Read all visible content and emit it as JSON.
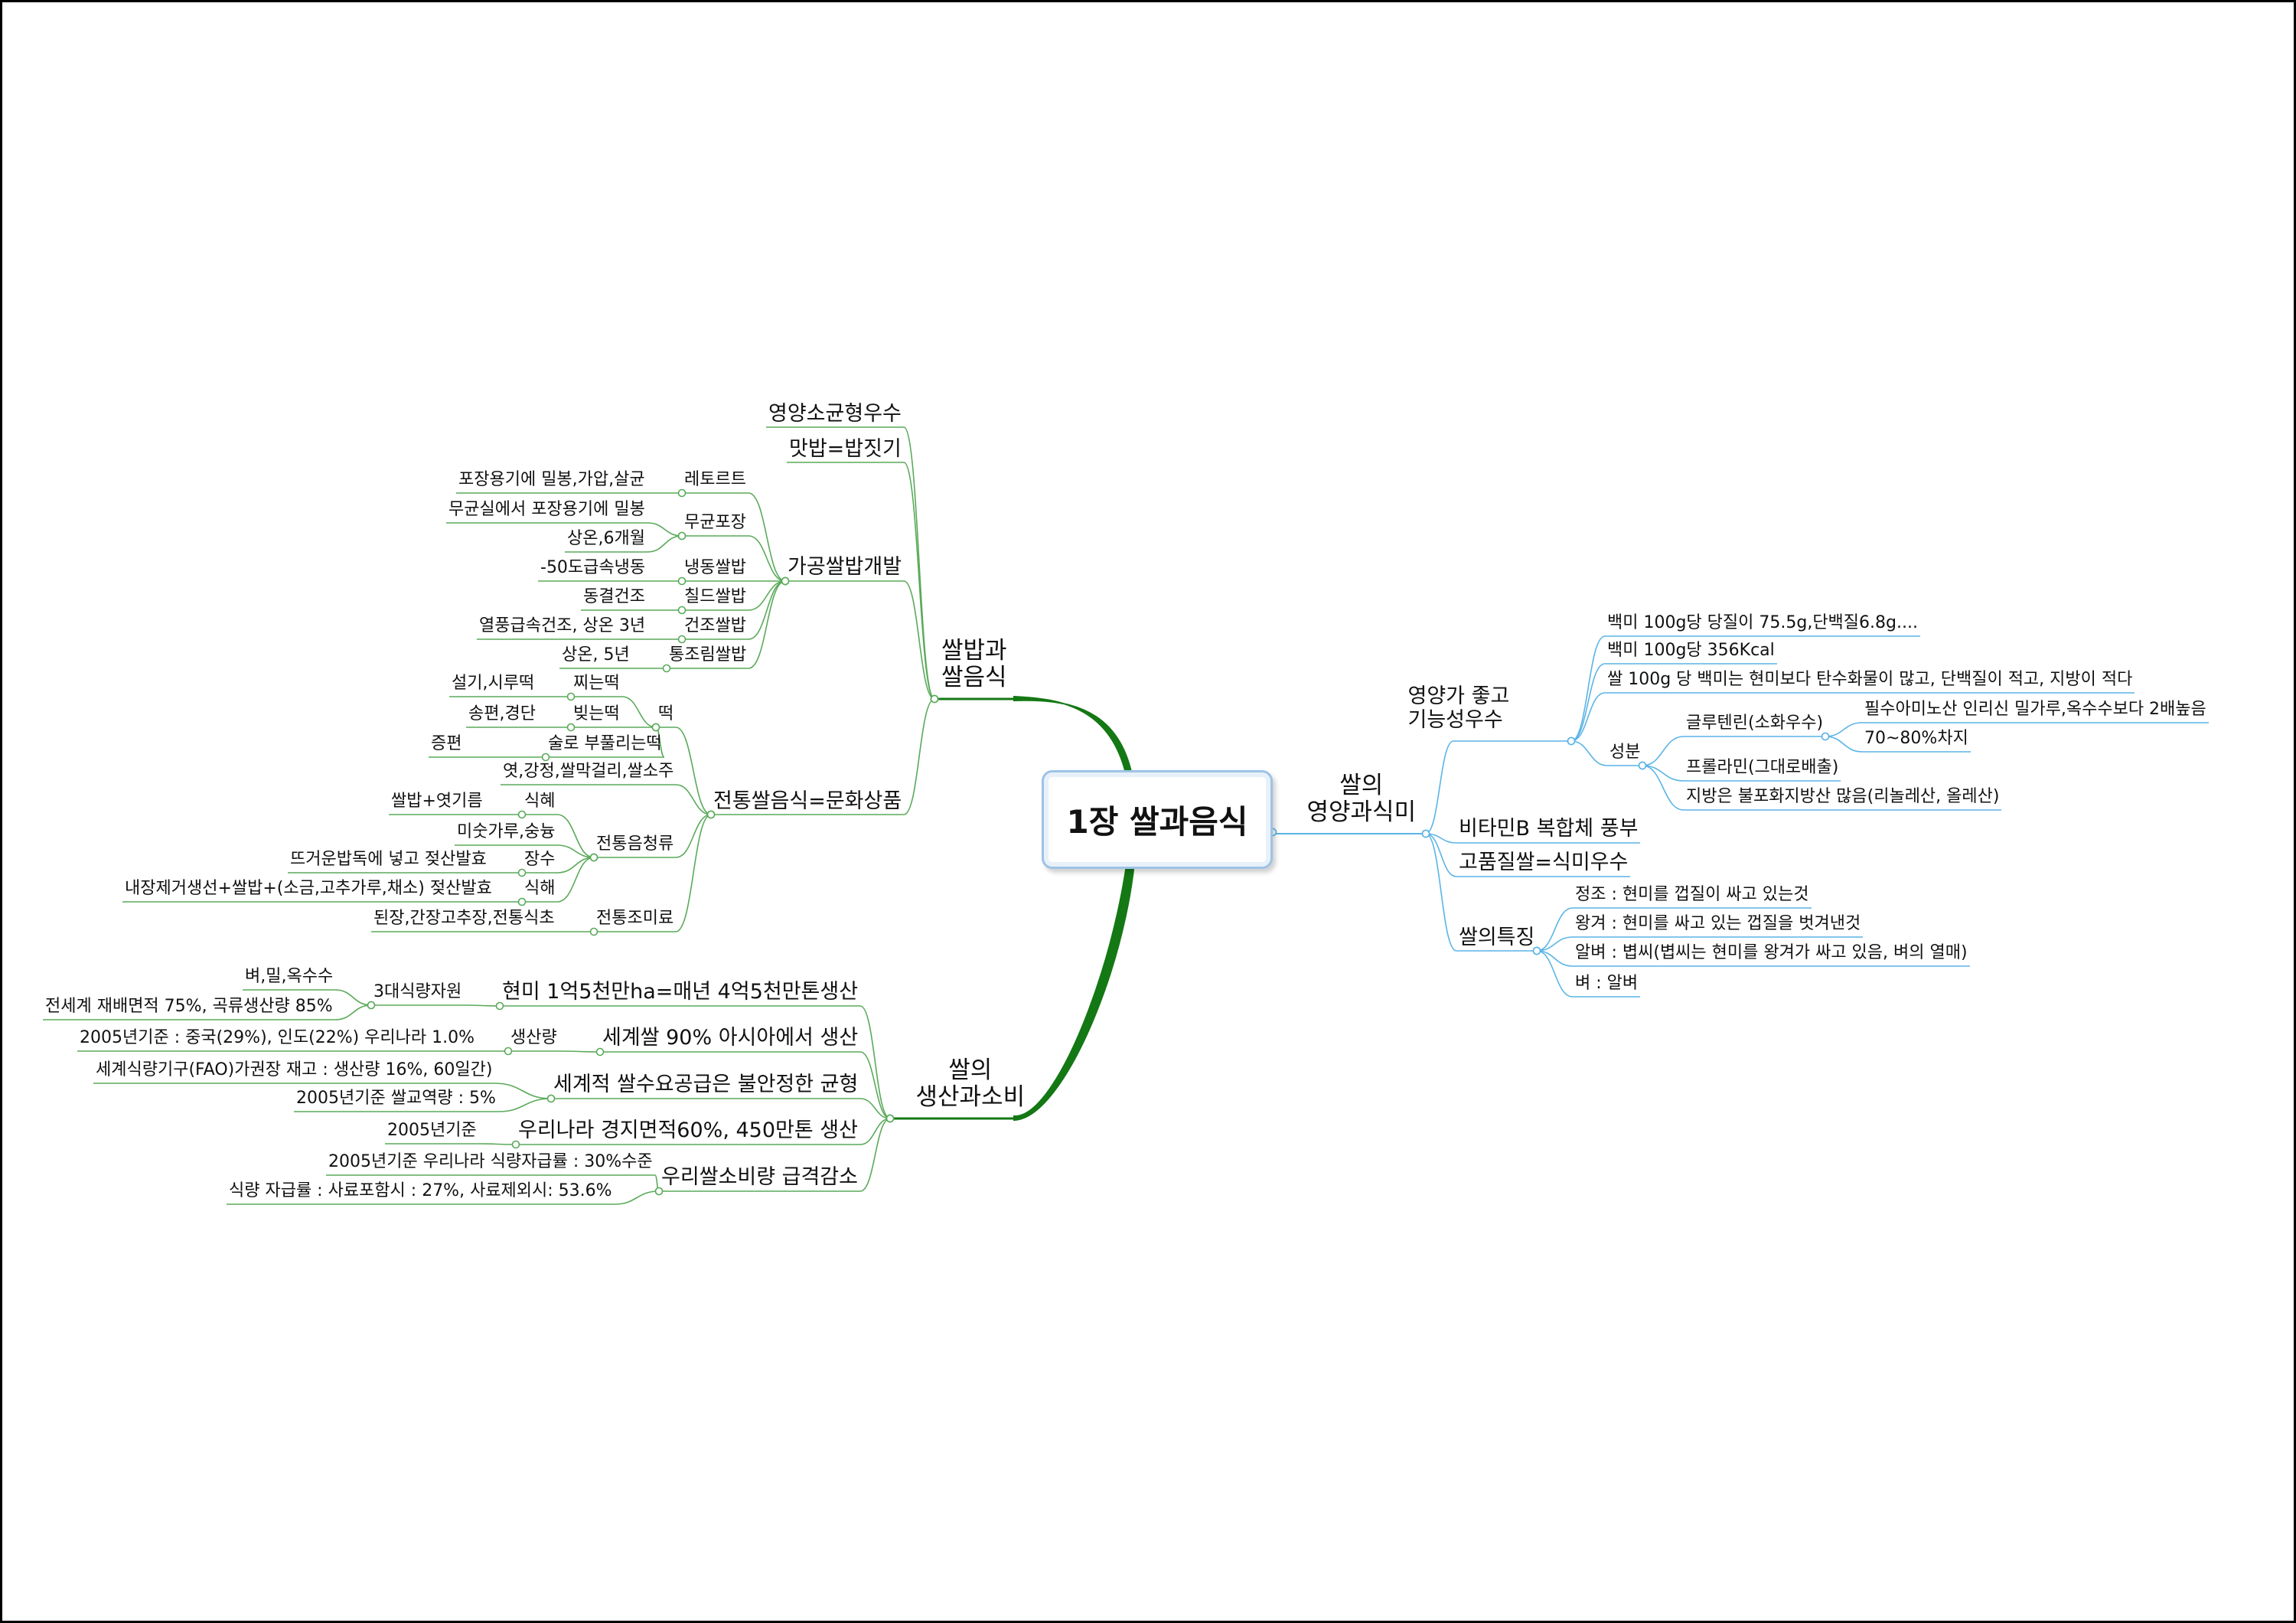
{
  "root": {
    "label": "1장 쌀과음식"
  },
  "branches": {
    "rice_food": {
      "title": "쌀밥과\n쌀음식",
      "nutrition": "영양소균형우수",
      "taste": "맛밥=밥짓기",
      "processed": {
        "label": "가공쌀밥개발",
        "retort": {
          "label": "레토르트",
          "detail": "포장용기에 밀봉,가압,살균"
        },
        "aseptic": {
          "label": "무균포장",
          "details": [
            "무균실에서 포장용기에 밀봉",
            "상온,6개월"
          ]
        },
        "frozen": {
          "label": "냉동쌀밥",
          "detail": "-50도급속냉동"
        },
        "chilled": {
          "label": "칠드쌀밥",
          "detail": "동결건조"
        },
        "dried": {
          "label": "건조쌀밥",
          "detail": "열풍급속건조, 상온 3년"
        },
        "canned": {
          "label": "통조림쌀밥",
          "detail": "상온, 5년"
        }
      },
      "traditional": {
        "label": "전통쌀음식=문화상품",
        "tteok": {
          "label": "떡",
          "steamed": {
            "label": "찌는떡",
            "detail": "설기,시루떡"
          },
          "shaped": {
            "label": "빚는떡",
            "detail": "송편,경단"
          },
          "fermented": {
            "label": "술로 부풀리는떡",
            "detail": "증편"
          }
        },
        "misc": "엿,강정,쌀막걸리,쌀소주",
        "drinks": {
          "label": "전통음청류",
          "sikhye": {
            "label": "식혜",
            "detail": "쌀밥+엿기름"
          },
          "misu": "미숫가루,숭늉",
          "jangsu": {
            "label": "장수",
            "detail": "뜨거운밥독에 넣고 젖산발효"
          },
          "sikhae": {
            "label": "식해",
            "detail": "내장제거생선+쌀밥+(소금,고추가루,채소) 젖산발효"
          }
        },
        "seasoning": {
          "label": "전통조미료",
          "detail": "된장,간장고추장,전통식초"
        }
      }
    },
    "production": {
      "title": "쌀의\n생산과소비",
      "brown": {
        "label": "현미 1억5천만ha=매년 4억5천만톤생산",
        "resources": {
          "label": "3대식량자원",
          "details": [
            "벼,밀,옥수수",
            "전세계 재배면적 75%, 곡류생산량 85%"
          ]
        }
      },
      "asia": {
        "label": "세계쌀 90% 아시아에서 생산",
        "output": {
          "label": "생산량",
          "detail": "2005년기준 : 중국(29%), 인도(22%) 우리나라 1.0%"
        }
      },
      "unstable": {
        "label": "세계적 쌀수요공급은 불안정한 균형",
        "details": [
          "세계식량기구(FAO)가권장 재고 : 생산량 16%, 60일간)",
          "2005년기준 쌀교역량 : 5%"
        ]
      },
      "korea": {
        "label": "우리나라 경지면적60%, 450만톤 생산",
        "detail": "2005년기준"
      },
      "consumption": {
        "label": "우리쌀소비량 급격감소",
        "details": [
          "2005년기준 우리나라 식량자급률 : 30%수준",
          "식량 자급률 : 사료포함시 : 27%, 사료제외시: 53.6%"
        ]
      }
    },
    "nutrition_taste": {
      "title": "쌀의\n영양과식미",
      "functional": {
        "label": "영양가 좋고\n기능성우수",
        "sugar": "백미 100g당 당질이 75.5g,단백질6.8g....",
        "kcal": "백미 100g당 356Kcal",
        "compare": "쌀 100g 당 백미는 현미보다 탄수화물이 많고, 단백질이 적고, 지방이 적다",
        "components": {
          "label": "성분",
          "glutelin": {
            "label": "글루텐린(소화우수)",
            "details": [
              "필수아미노산 인리신 밀가루,옥수수보다 2배높음",
              "70~80%차지"
            ]
          },
          "prolamin": "프롤라민(그대로배출)",
          "fat": "지방은 불포화지방산 많음(리놀레산, 올레산)"
        }
      },
      "vitamin": "비타민B 복합체 풍부",
      "quality": "고품질쌀=식미우수",
      "features": {
        "label": "쌀의특징",
        "items": [
          "정조 : 현미를 껍질이 싸고 있는것",
          "왕겨 : 현미를 싸고 있는 껍질을 벗겨낸것",
          "알벼 : 볍씨(볍씨는 현미를 왕겨가 싸고 있음, 벼의 열매)",
          "벼 : 알벼"
        ]
      }
    }
  },
  "colors": {
    "trunk": "#147814",
    "green": "#5aaa5a",
    "blue": "#5ab4e6",
    "text": "#111111",
    "center_border": "#9ec3e6"
  }
}
